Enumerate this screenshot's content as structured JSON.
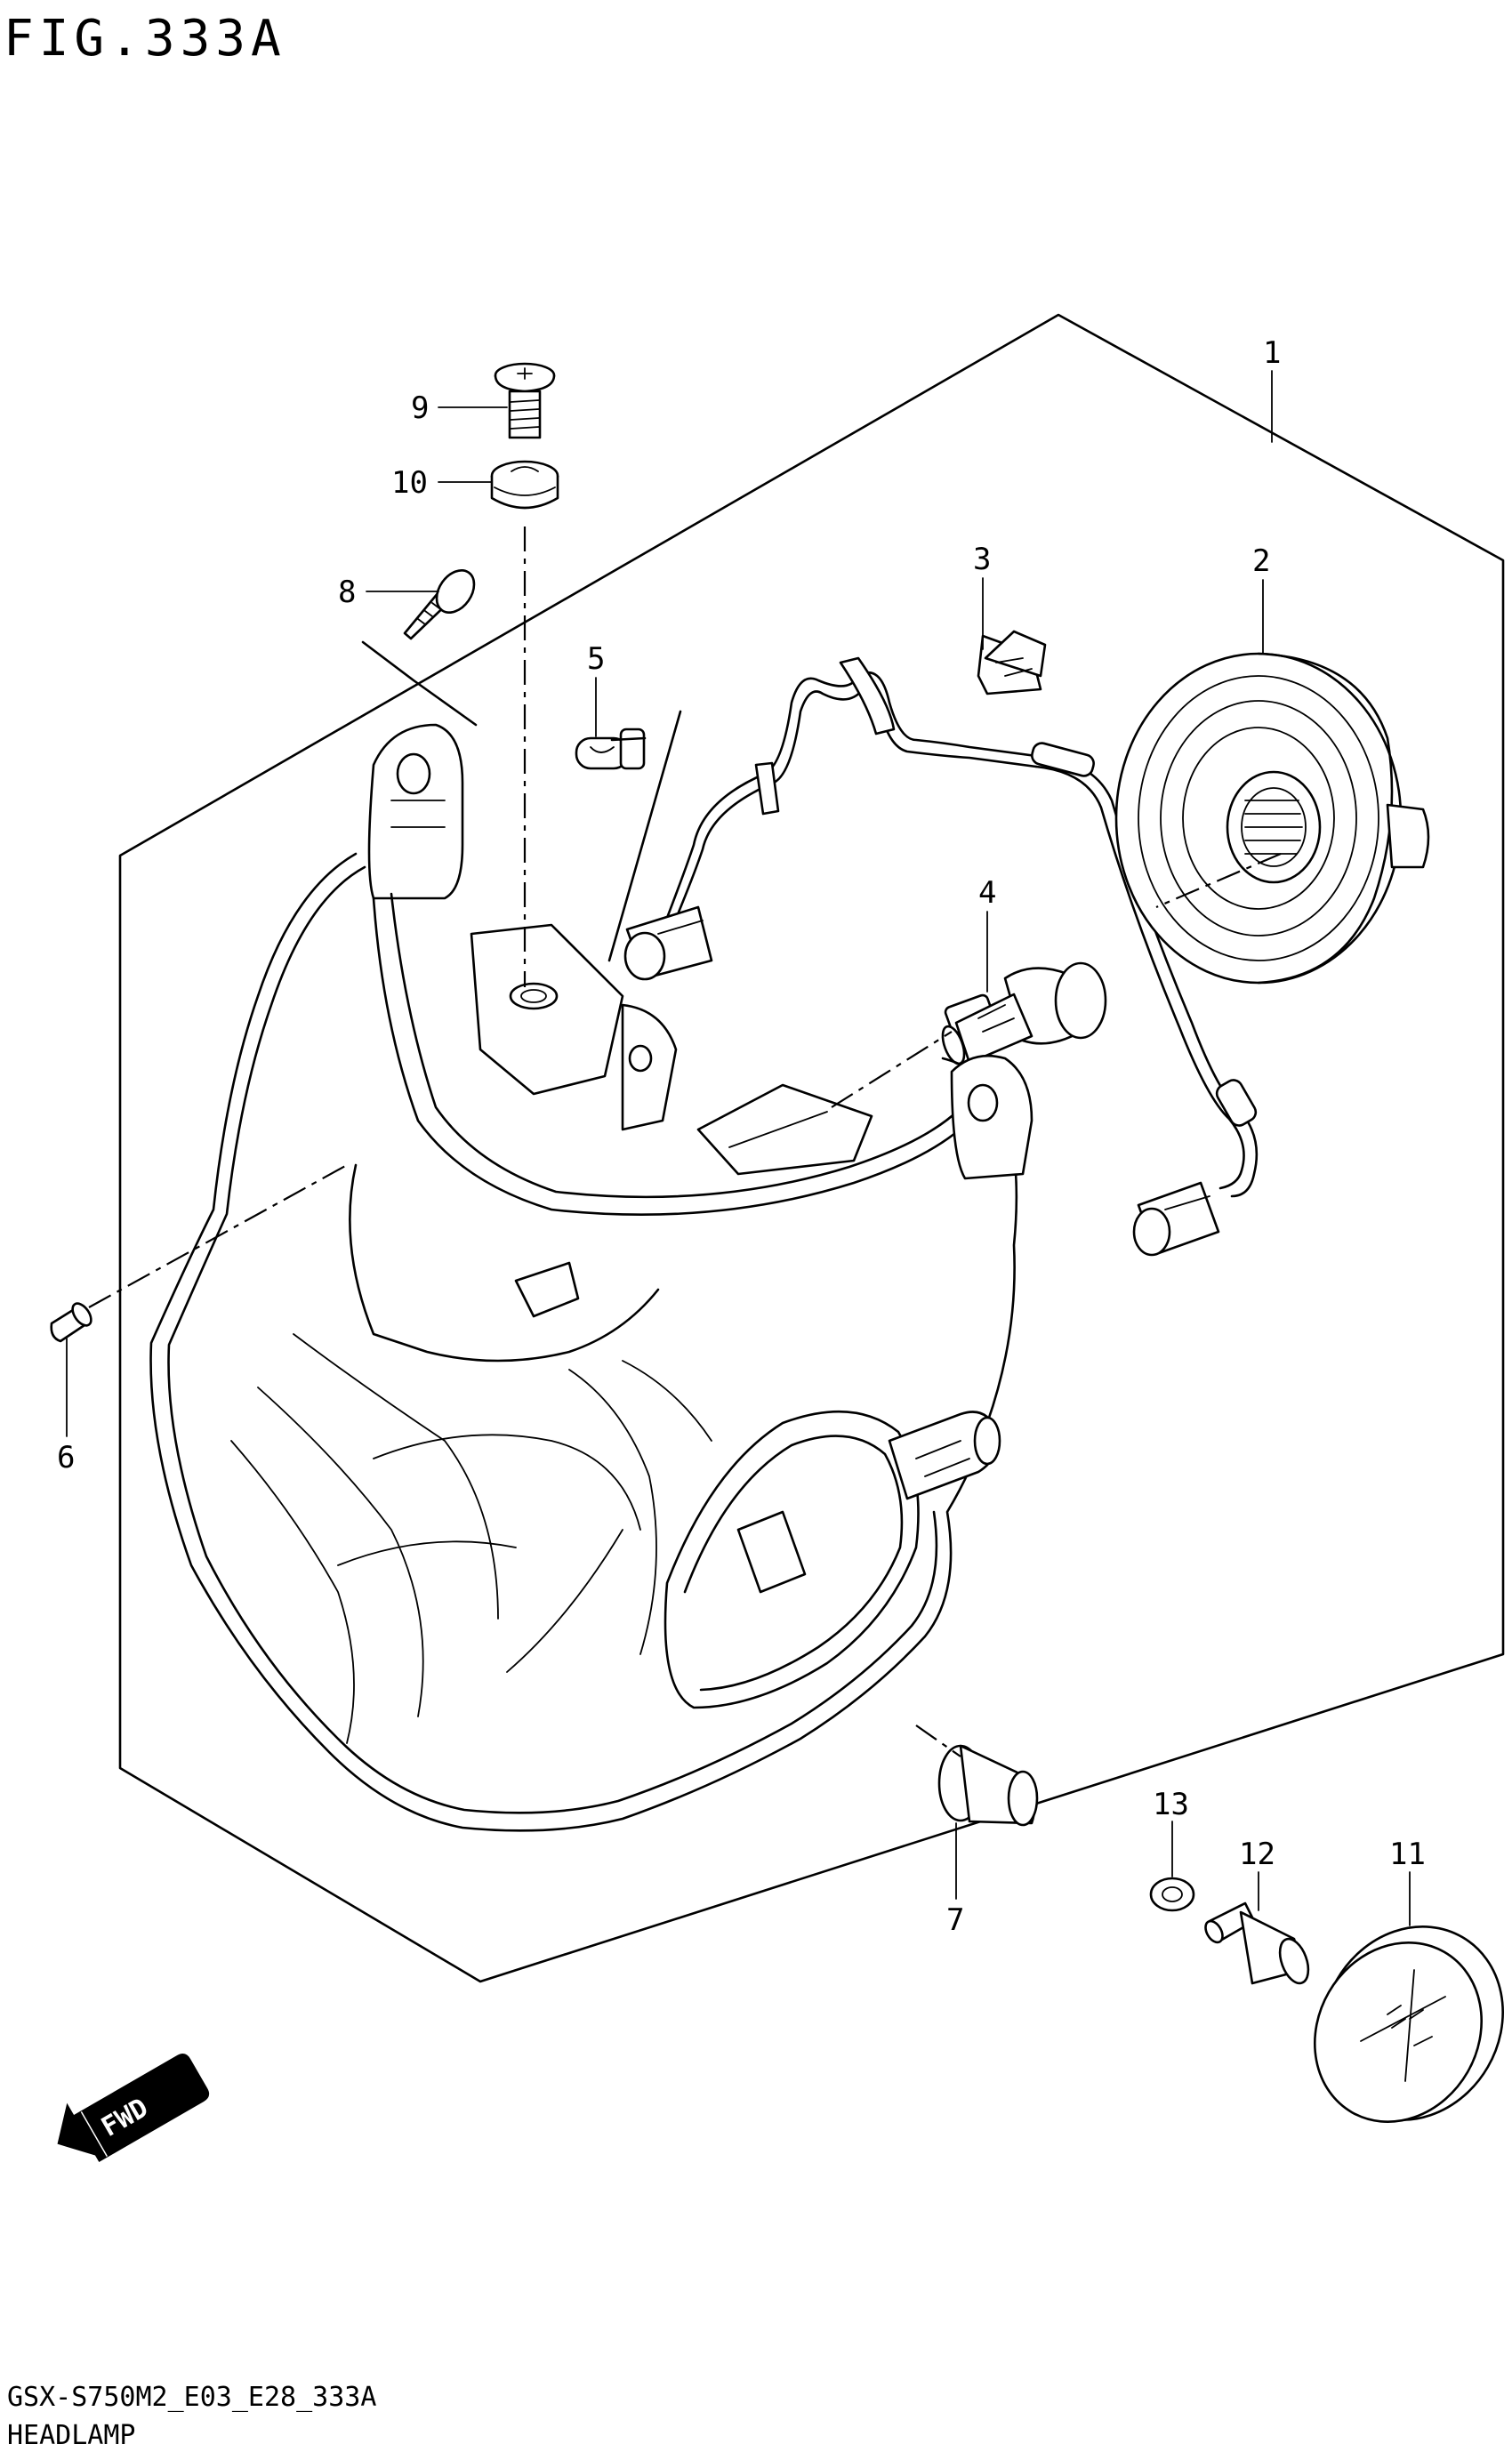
{
  "figure": {
    "title": "FIG.333A",
    "caption": "HEADLAMP",
    "drawing_code": "GSX-S750M2_E03_E28_333A"
  },
  "callouts": [
    {
      "id": "1",
      "label": "1"
    },
    {
      "id": "2",
      "label": "2"
    },
    {
      "id": "3",
      "label": "3"
    },
    {
      "id": "4",
      "label": "4"
    },
    {
      "id": "5",
      "label": "5"
    },
    {
      "id": "6",
      "label": "6"
    },
    {
      "id": "7",
      "label": "7"
    },
    {
      "id": "8",
      "label": "8"
    },
    {
      "id": "9",
      "label": "9"
    },
    {
      "id": "10",
      "label": "10"
    },
    {
      "id": "11",
      "label": "11"
    },
    {
      "id": "12",
      "label": "12"
    },
    {
      "id": "13",
      "label": "13"
    }
  ],
  "direction_badge": {
    "label": "FWD",
    "icon": "forward-arrow-icon"
  },
  "colors": {
    "ink": "#000000",
    "paper": "#ffffff"
  }
}
